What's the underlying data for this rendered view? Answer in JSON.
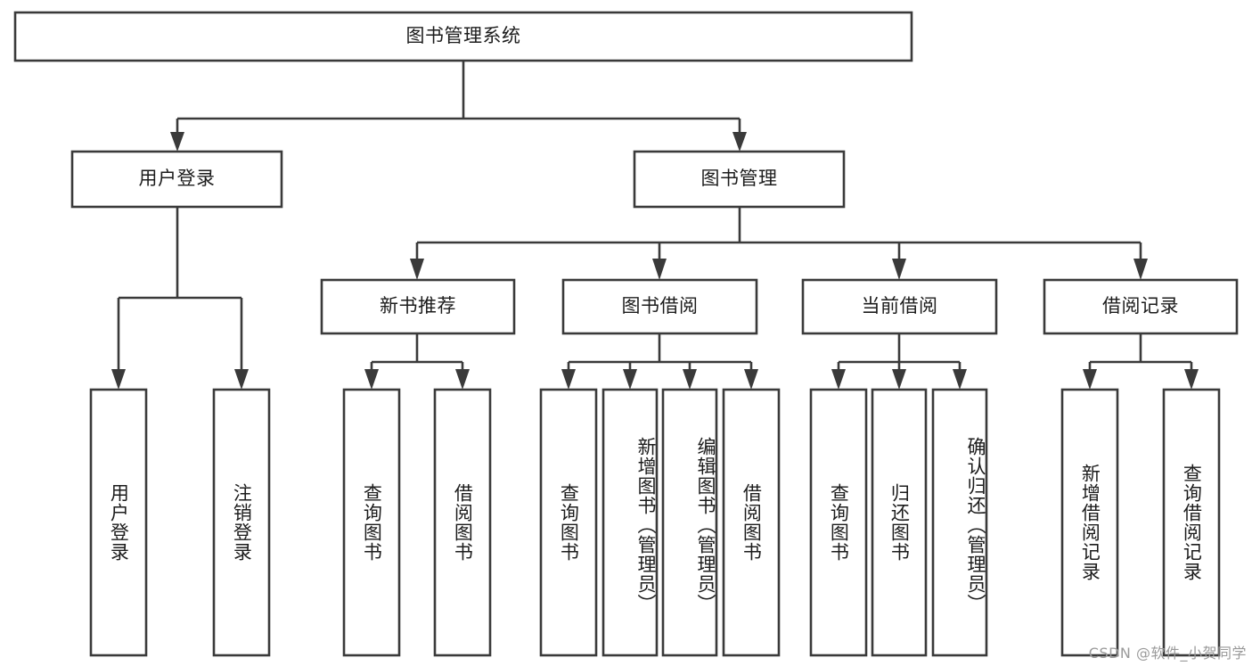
{
  "diagram": {
    "title": "图书管理系统",
    "watermark": "CSDN @软件_小贺同学",
    "orientation": "top-down",
    "levels": 4,
    "colors": {
      "background": "#ffffff",
      "box_fill": "#ffffff",
      "box_stroke": "#3a3a3a",
      "text": "#1c1c1c",
      "watermark": "#9a9a9a"
    },
    "root": {
      "label": "图书管理系统",
      "text_orientation": "horizontal"
    },
    "level2": [
      {
        "label": "用户登录",
        "text_orientation": "horizontal"
      },
      {
        "label": "图书管理",
        "text_orientation": "horizontal"
      }
    ],
    "level3": [
      {
        "label": "新书推荐",
        "parent": "图书管理",
        "text_orientation": "horizontal"
      },
      {
        "label": "图书借阅",
        "parent": "图书管理",
        "text_orientation": "horizontal"
      },
      {
        "label": "当前借阅",
        "parent": "图书管理",
        "text_orientation": "horizontal"
      },
      {
        "label": "借阅记录",
        "parent": "图书管理",
        "text_orientation": "horizontal"
      }
    ],
    "leaves": {
      "user_login": [
        {
          "label": "用户登录",
          "text_orientation": "vertical"
        },
        {
          "label": "注销登录",
          "text_orientation": "vertical"
        }
      ],
      "new_book_recommend": [
        {
          "label": "查询图书",
          "text_orientation": "vertical"
        },
        {
          "label": "借阅图书",
          "text_orientation": "vertical"
        }
      ],
      "book_borrow": [
        {
          "label": "查询图书",
          "text_orientation": "vertical"
        },
        {
          "label": "新增图书（管理员）",
          "text_orientation": "vertical"
        },
        {
          "label": "编辑图书（管理员）",
          "text_orientation": "vertical"
        },
        {
          "label": "借阅图书",
          "text_orientation": "vertical"
        }
      ],
      "current_borrow": [
        {
          "label": "查询图书",
          "text_orientation": "vertical"
        },
        {
          "label": "归还图书",
          "text_orientation": "vertical"
        },
        {
          "label": "确认归还（管理员）",
          "text_orientation": "vertical"
        }
      ],
      "borrow_record": [
        {
          "label": "新增借阅记录",
          "text_orientation": "vertical"
        },
        {
          "label": "查询借阅记录",
          "text_orientation": "vertical"
        }
      ]
    }
  }
}
